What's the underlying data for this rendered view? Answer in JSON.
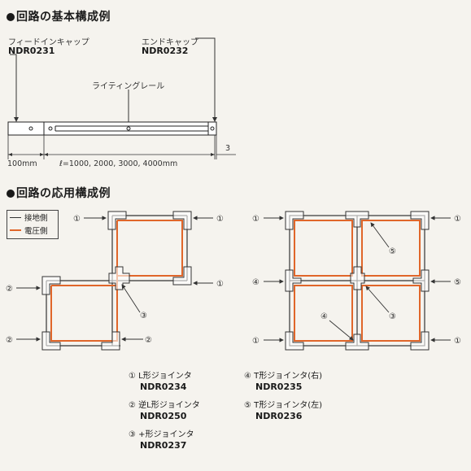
{
  "section1": {
    "title": "回路の基本構成例"
  },
  "section2": {
    "title": "回路の応用構成例"
  },
  "basic": {
    "feed_cap": {
      "label": "フィードインキャップ",
      "code": "NDR0231"
    },
    "end_cap": {
      "label": "エンドキャップ",
      "code": "NDR0232"
    },
    "rail": {
      "label": "ライティングレール"
    },
    "dim_left": "100mm",
    "dim_right": "ℓ=1000, 2000, 3000, 4000mm",
    "dim_end": "3"
  },
  "legend": {
    "ground": "接地側",
    "voltage": "電圧側"
  },
  "colors": {
    "voltage": "#e0662a",
    "ground": "#333333",
    "background": "#f5f3ee"
  },
  "markers": {
    "m1": "①",
    "m2": "②",
    "m3": "③",
    "m4": "④",
    "m5": "⑤"
  },
  "parts": [
    {
      "num": "①",
      "name": "L形ジョインタ",
      "code": "NDR0234"
    },
    {
      "num": "②",
      "name": "逆L形ジョインタ",
      "code": "NDR0250"
    },
    {
      "num": "③",
      "name": "+形ジョインタ",
      "code": "NDR0237"
    },
    {
      "num": "④",
      "name": "T形ジョインタ(右)",
      "code": "NDR0235"
    },
    {
      "num": "⑤",
      "name": "T形ジョインタ(左)",
      "code": "NDR0236"
    }
  ]
}
